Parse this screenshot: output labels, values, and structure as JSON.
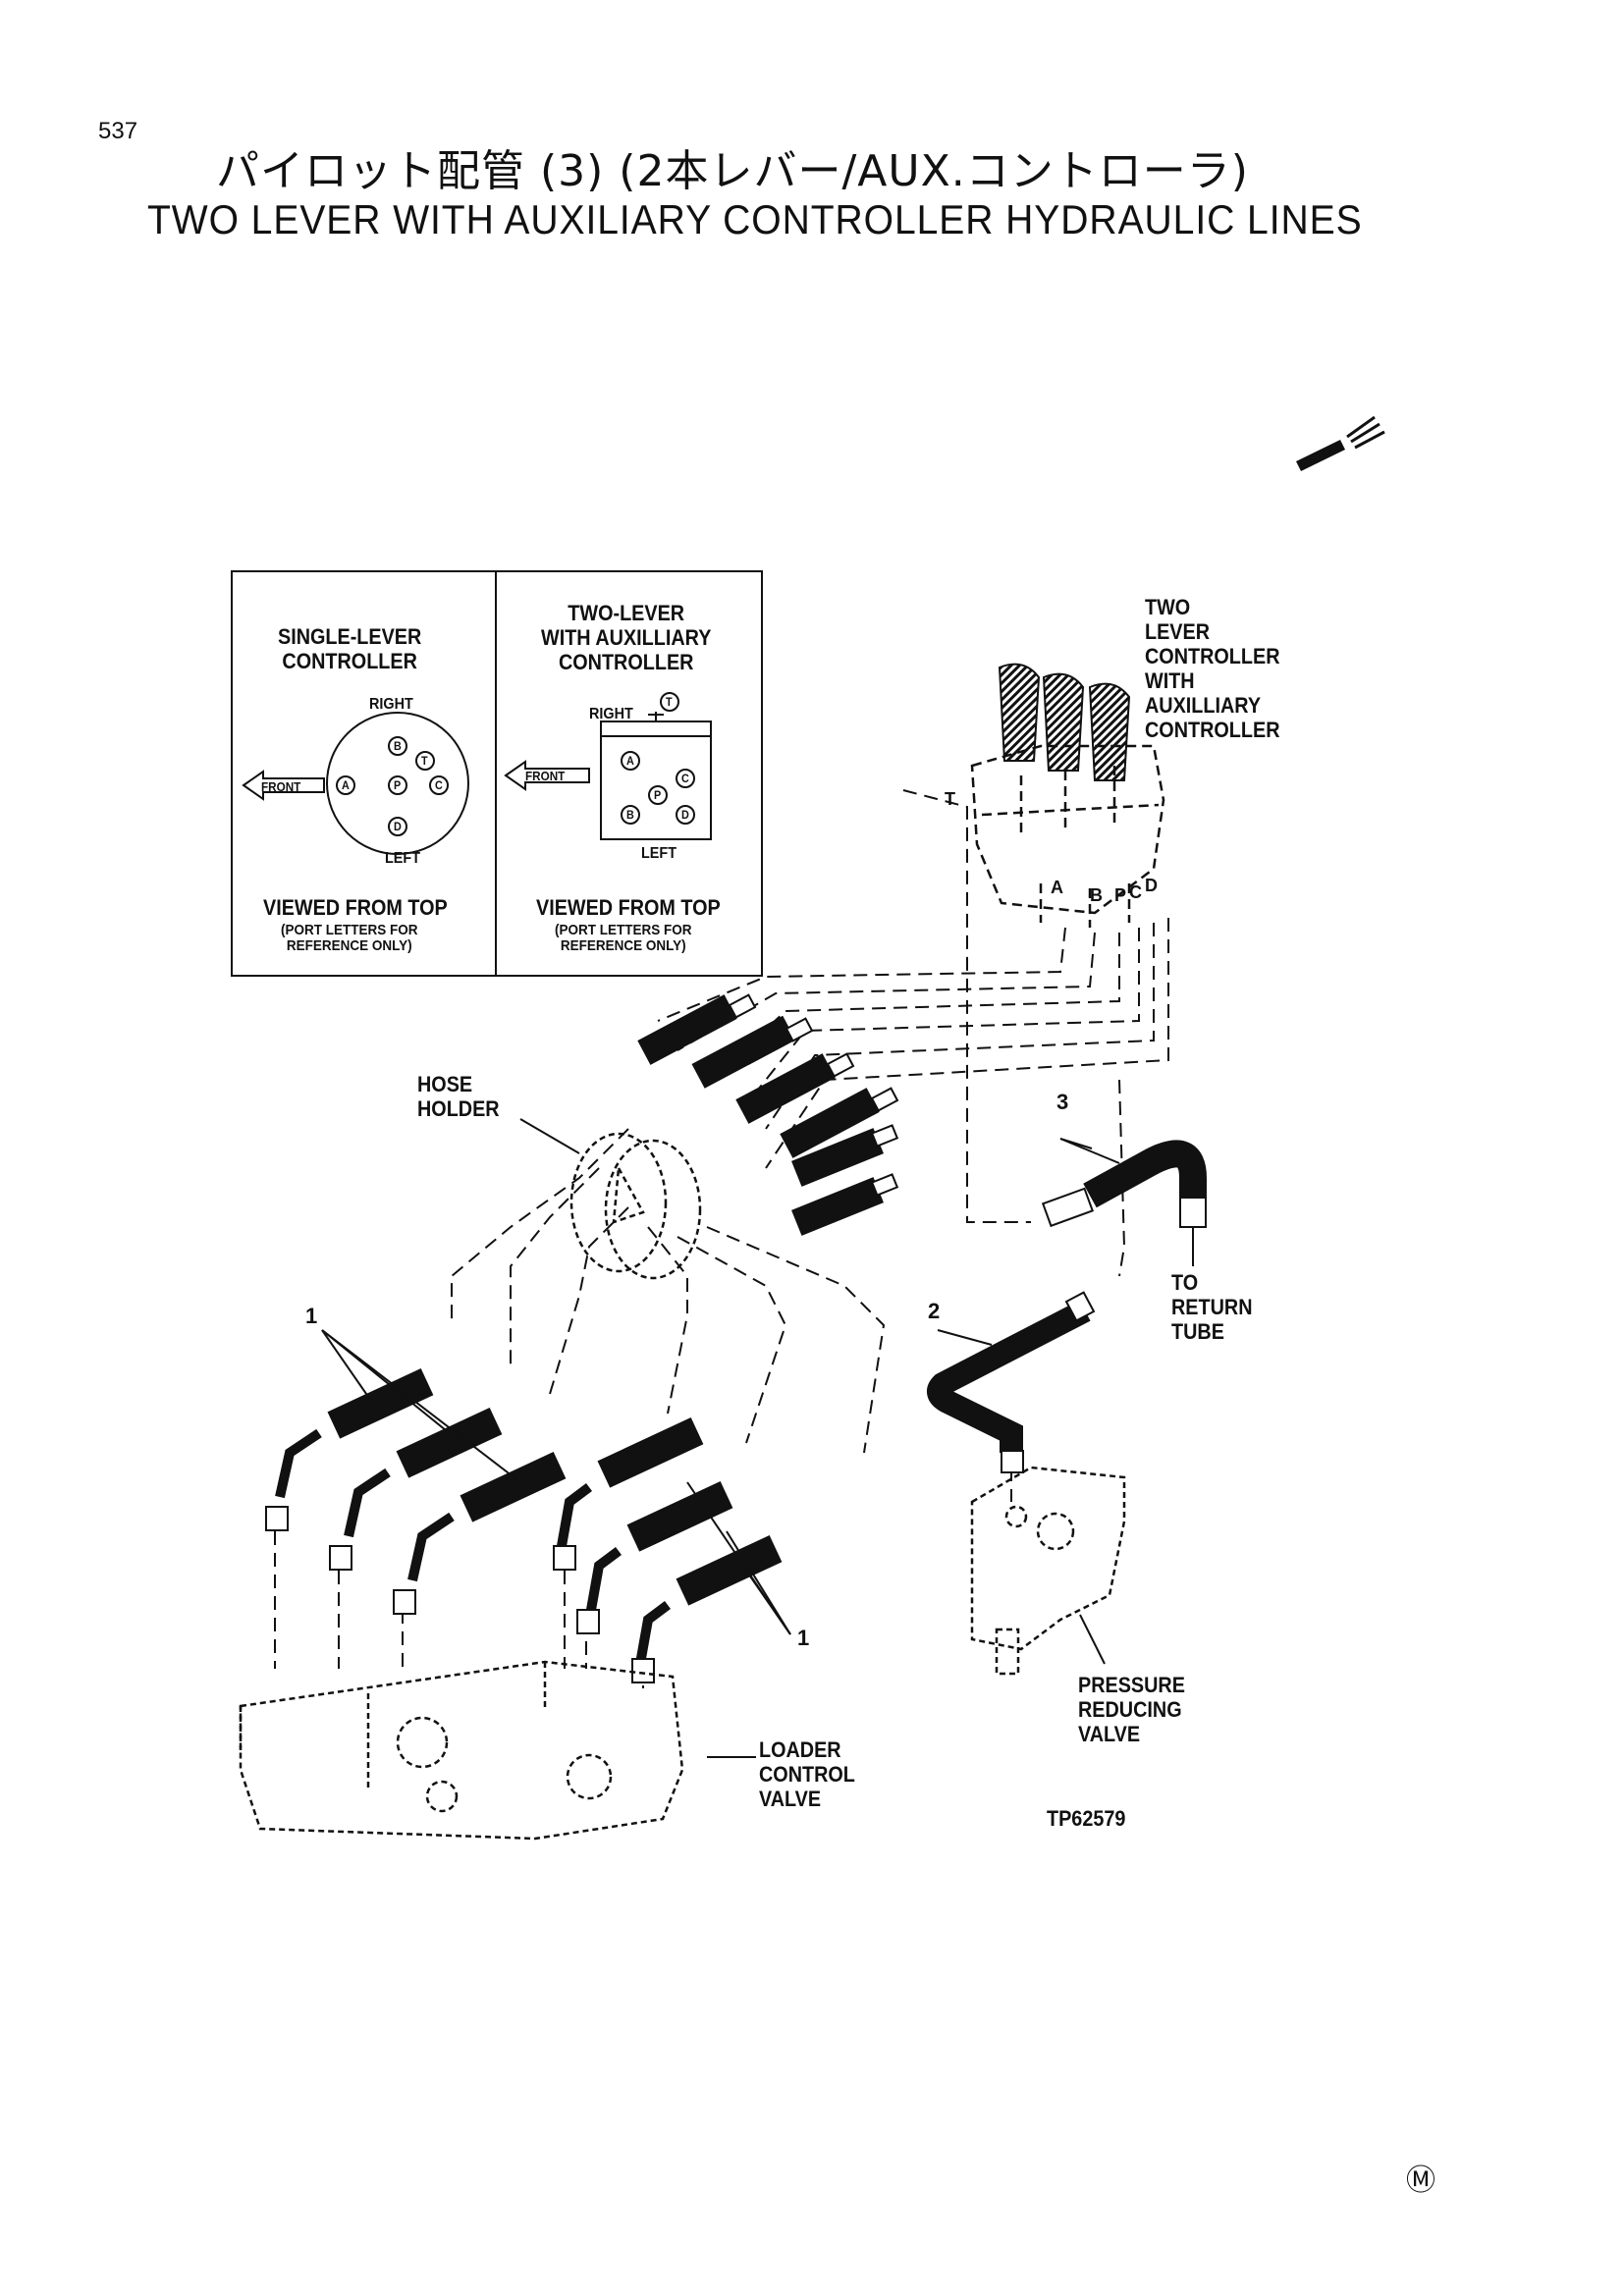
{
  "page": {
    "number": "537",
    "title_jp": "パイロット配管 (3) (2本レバー/AUX.コントローラ)",
    "title_en": "TWO LEVER WITH AUXILIARY CONTROLLER HYDRAULIC LINES"
  },
  "inset": {
    "single": {
      "title": "SINGLE-LEVER\nCONTROLLER",
      "right": "RIGHT",
      "left": "LEFT",
      "front": "FRONT",
      "ports": [
        "A",
        "B",
        "P",
        "T",
        "C",
        "D"
      ],
      "viewed": "VIEWED FROM TOP",
      "note": "(PORT LETTERS FOR\nREFERENCE ONLY)"
    },
    "two": {
      "title": "TWO-LEVER\nWITH AUXILLIARY\nCONTROLLER",
      "right": "RIGHT",
      "left": "LEFT",
      "front": "FRONT",
      "ports": [
        "T",
        "A",
        "C",
        "B",
        "P",
        "D"
      ],
      "viewed": "VIEWED FROM TOP",
      "note": "(PORT LETTERS FOR\nREFERENCE ONLY)"
    }
  },
  "labels": {
    "controller": "TWO\nLEVER\nCONTROLLER\nWITH\nAUXILLIARY\nCONTROLLER",
    "hose_holder": "HOSE\nHOLDER",
    "return_tube": "TO\nRETURN\nTUBE",
    "pressure_valve": "PRESSURE\nREDUCING\nVALVE",
    "loader_valve": "LOADER\nCONTROL\nVALVE",
    "figure_id": "TP62579",
    "port_letters": [
      "T",
      "A",
      "B",
      "P",
      "C",
      "D"
    ]
  },
  "callouts": {
    "c1": "1",
    "c2": "2",
    "c3": "3",
    "c1b": "1"
  },
  "mark": "Ⓜ"
}
